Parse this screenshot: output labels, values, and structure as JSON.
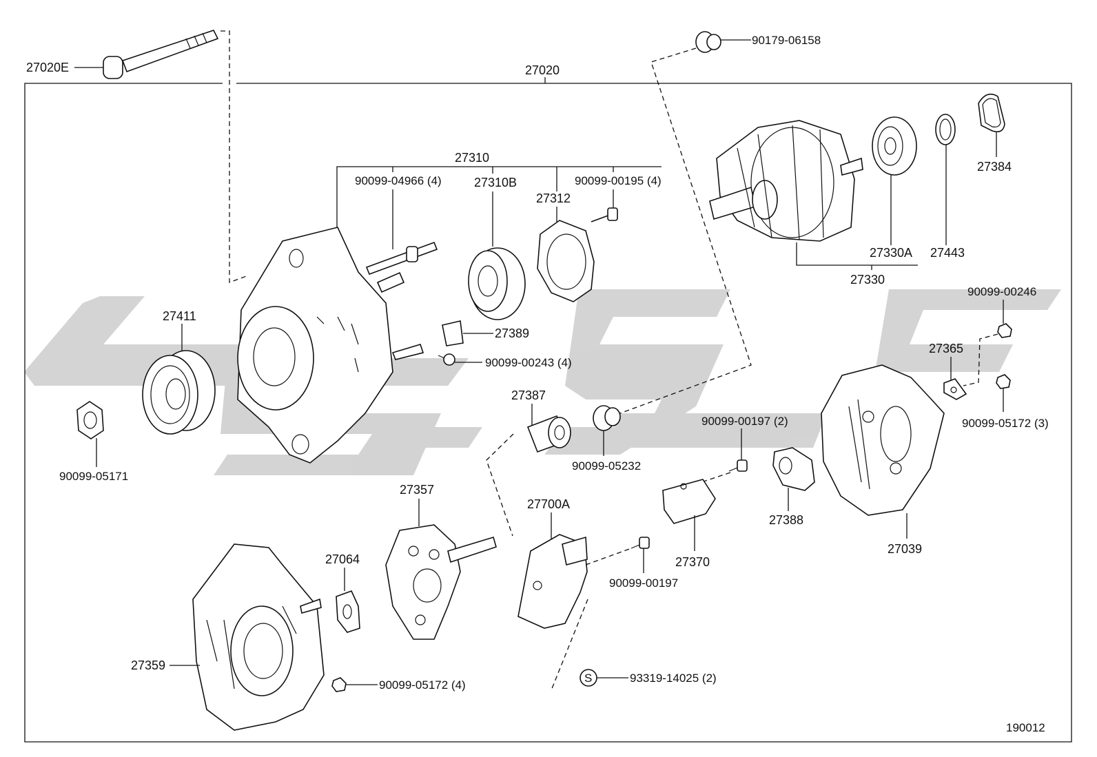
{
  "diagram_id": "190012",
  "assembly_label": "27020",
  "labels": {
    "bolt_through": "27020E",
    "end_frame_assembly": "27310",
    "bolt_04966": "90099-04966 (4)",
    "bearing_27310b": "27310B",
    "retainer_27312": "27312",
    "screw_00195": "90099-00195 (4)",
    "cap_06158": "90179-06158",
    "rotor_assembly": "27330",
    "bearing_27330a": "27330A",
    "ring_27443": "27443",
    "cover_27384": "27384",
    "pulley_27411": "27411",
    "nut_05171": "90099-05171",
    "insulator_27389": "27389",
    "screw_00243": "90099-00243 (4)",
    "cap_27387": "27387",
    "cap_05232": "90099-05232",
    "screw_00246": "90099-00246",
    "terminal_27365": "27365",
    "nut_05172_3": "90099-05172 (3)",
    "screw_00197_2": "90099-00197 (2)",
    "holder_27388": "27388",
    "rectifier_end_frame_27039": "27039",
    "brush_holder_27370": "27370",
    "rectifier_27357": "27357",
    "regulator_27700a": "27700A",
    "screw_00197": "90099-00197",
    "plate_27064": "27064",
    "drive_end_frame_27359": "27359",
    "nut_05172_4": "90099-05172 (4)",
    "screw_s_marker": "S",
    "screw_14025": "93319-14025 (2)"
  },
  "icons": [
    "bolt-icon",
    "nut-icon",
    "bearing-icon",
    "pulley-icon",
    "rotor-icon",
    "frame-icon",
    "cap-icon",
    "screw-icon"
  ]
}
